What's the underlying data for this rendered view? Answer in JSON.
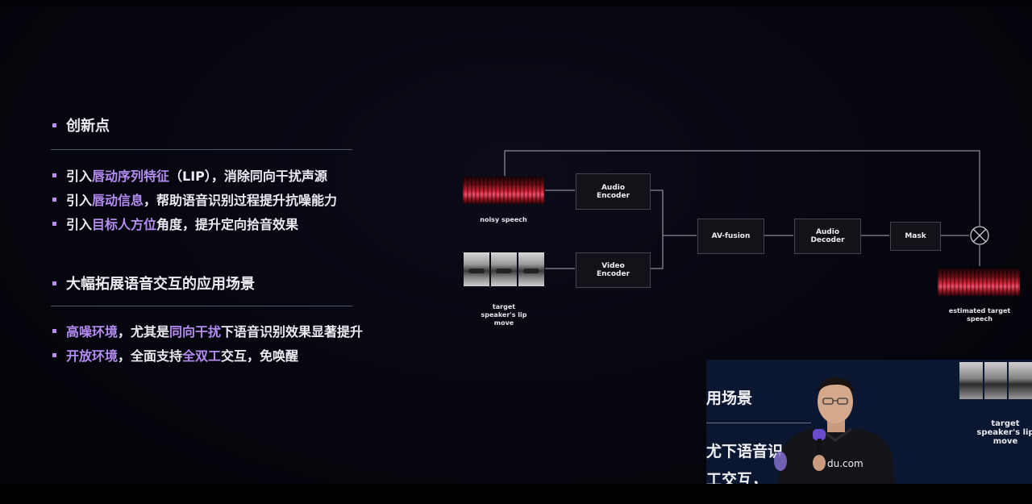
{
  "slide": {
    "section1": {
      "title": "创新点",
      "bullets": [
        {
          "parts": [
            "引入",
            "唇动序列特征",
            "（LIP），消除同向干扰声源"
          ]
        },
        {
          "parts": [
            "引入",
            "唇动信息",
            "，帮助语音识别过程提升抗噪能力"
          ]
        },
        {
          "parts": [
            "引入",
            "目标人方位",
            "角度，提升定向拾音效果"
          ]
        }
      ]
    },
    "section2": {
      "title": "大幅拓展语音交互的应用场景",
      "bullets": [
        {
          "parts": [
            "高噪环境",
            "，尤其是",
            "同向干扰",
            "下语音识别效果显著提升"
          ]
        },
        {
          "parts": [
            "开放环境",
            "，全面支持",
            "全双工",
            "交互，免唤醒"
          ]
        }
      ]
    }
  },
  "diagram": {
    "noisy_speech_label": "noisy speech",
    "lip_label_lines": [
      "target",
      "speaker's lip",
      "move"
    ],
    "audio_encoder_lines": [
      "Audio",
      "Encoder"
    ],
    "video_encoder_lines": [
      "Video",
      "Encoder"
    ],
    "av_fusion": "AV-fusion",
    "audio_decoder_lines": [
      "Audio",
      "Decoder"
    ],
    "mask": "Mask",
    "multiply_symbol": "⊗",
    "estimated_lines": [
      "estimated target",
      "speech"
    ]
  },
  "inset": {
    "text_line1": "用场景",
    "text_line2": "尤下语音识",
    "text_line3": "工交互，",
    "shirt_text": "du.com",
    "label_lines": [
      "target",
      "speaker's lip",
      "move"
    ]
  },
  "colors": {
    "highlight": "#b58cf2",
    "bullet_square": "#b98ef5"
  }
}
